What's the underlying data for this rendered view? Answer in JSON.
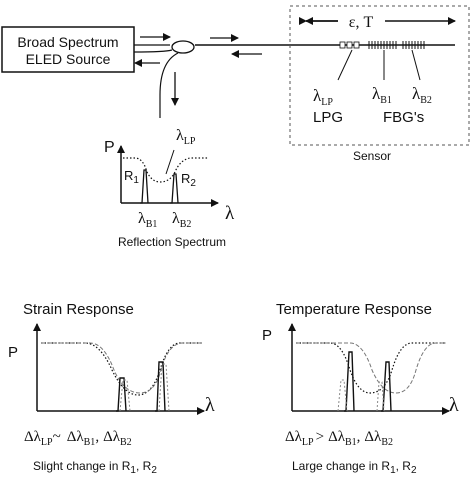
{
  "source": {
    "line1": "Broad Spectrum",
    "line2": "ELED Source"
  },
  "sensor": {
    "label": "Sensor",
    "measurands": "ε, T",
    "lp": {
      "base": "λ",
      "sub": "LP"
    },
    "b1": {
      "base": "λ",
      "sub": "B1"
    },
    "b2": {
      "base": "λ",
      "sub": "B2"
    },
    "lpg": "LPG",
    "fbgs": "FBG's"
  },
  "reflection": {
    "title": "Reflection Spectrum",
    "y_axis": "P",
    "x_axis": "λ",
    "lp": {
      "base": "λ",
      "sub": "LP"
    },
    "r1": {
      "base": "R",
      "sub": "1"
    },
    "r2": {
      "base": "R",
      "sub": "2"
    },
    "b1": {
      "base": "λ",
      "sub": "B1"
    },
    "b2": {
      "base": "λ",
      "sub": "B2"
    }
  },
  "strain": {
    "title": "Strain Response",
    "y_axis": "P",
    "x_axis": "λ",
    "eq": {
      "a": "Δλ",
      "a_sub": "LP",
      "op": "~",
      "b": "Δλ",
      "b_sub": "B1",
      "sep": ",",
      "c": "Δλ",
      "c_sub": "B2"
    },
    "caption": {
      "text": "Slight change in R",
      "s1": "1",
      "mid": ", R",
      "s2": "2"
    }
  },
  "temperature": {
    "title": "Temperature Response",
    "y_axis": "P",
    "x_axis": "λ",
    "eq": {
      "a": "Δλ",
      "a_sub": "LP",
      "op": ">",
      "b": "Δλ",
      "b_sub": "B1",
      "sep": ",",
      "c": "Δλ",
      "c_sub": "B2"
    },
    "caption": {
      "text": "Large change in R",
      "s1": "1",
      "mid": ", R",
      "s2": "2"
    }
  }
}
